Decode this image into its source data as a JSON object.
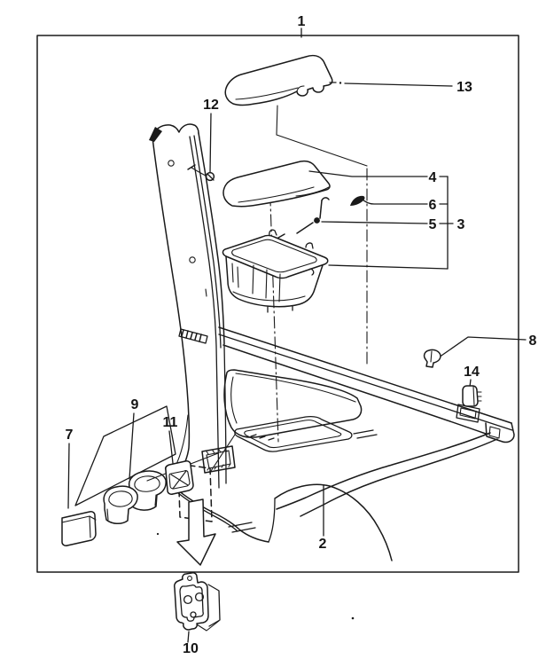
{
  "figure": {
    "type": "exploded-parts-diagram",
    "colors": {
      "background": "#ffffff",
      "ink": "#1a1a1a"
    },
    "callouts": [
      {
        "id": "1"
      },
      {
        "id": "2"
      },
      {
        "id": "3"
      },
      {
        "id": "4"
      },
      {
        "id": "5"
      },
      {
        "id": "6"
      },
      {
        "id": "7"
      },
      {
        "id": "8"
      },
      {
        "id": "9"
      },
      {
        "id": "10"
      },
      {
        "id": "11"
      },
      {
        "id": "12"
      },
      {
        "id": "13"
      },
      {
        "id": "14"
      }
    ]
  }
}
